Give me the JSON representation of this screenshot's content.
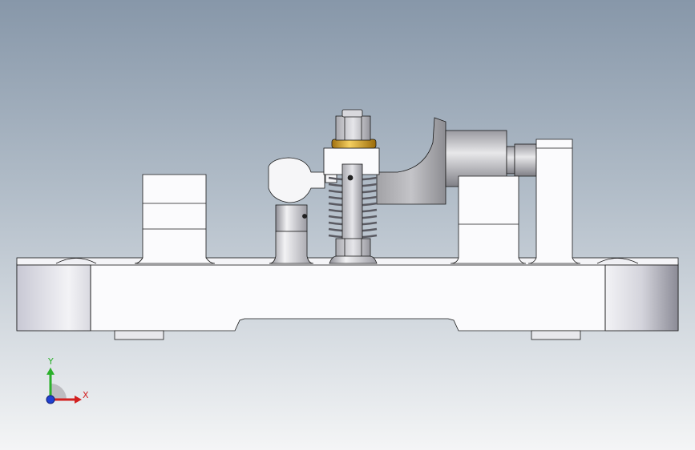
{
  "viewport": {
    "background_top": "#8797a9",
    "background_bottom": "#f4f5f6"
  },
  "triad": {
    "axis_y_label": "Y",
    "axis_x_label": "X",
    "axis_y_color": "#2bb02b",
    "axis_x_color": "#d22020",
    "axis_z_color": "#2040d0"
  },
  "model": {
    "icon": "cad-fixture-assembly"
  }
}
